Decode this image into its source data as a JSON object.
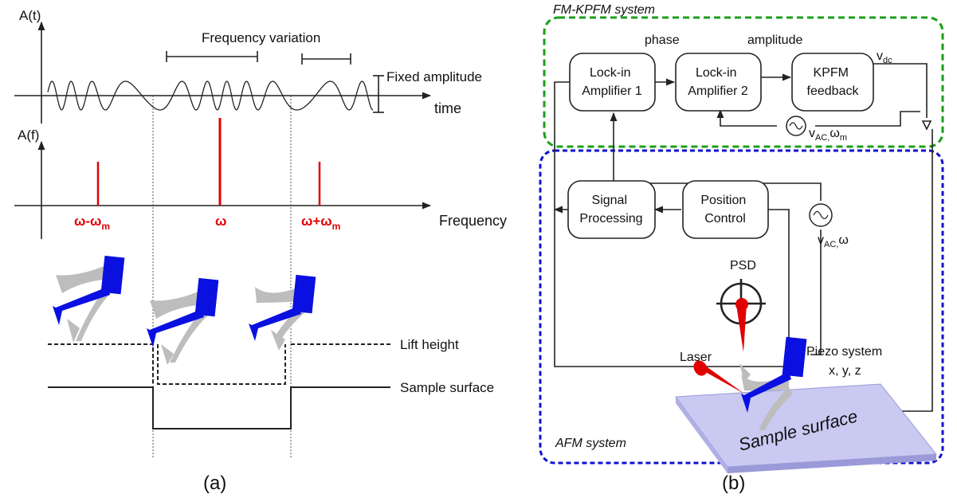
{
  "panel_a": {
    "caption": "(a)",
    "time_axis": {
      "ylabel": "A(t)",
      "xlabel": "time"
    },
    "freq_variation_label": "Frequency variation",
    "fixed_amplitude_label": "Fixed amplitude",
    "freq_axis": {
      "ylabel": "A(f)",
      "xlabel": "Frequency"
    },
    "spectrum": {
      "peaks": [
        {
          "main": "ω-ω",
          "sub": "m",
          "relative_height": 0.5
        },
        {
          "main": "ω",
          "sub": "",
          "relative_height": 1.0
        },
        {
          "main": "ω+ω",
          "sub": "m",
          "relative_height": 0.5
        }
      ],
      "color": "#e00000"
    },
    "lift_height_label": "Lift height",
    "sample_surface_label": "Sample surface",
    "colors": {
      "cantilever": "#0a10e0",
      "cantilever_ghost": "#bdbdbd"
    }
  },
  "panel_b": {
    "caption": "(b)",
    "fm_system_label": "FM-KPFM system",
    "afm_system_label": "AFM system",
    "colors": {
      "fm_border": "#1aa01a",
      "afm_border": "#1010d0",
      "laser": "#e00000",
      "sample": "#c9c9f2"
    },
    "lockin1": [
      "Lock-in",
      "Amplifier 1"
    ],
    "lockin2": [
      "Lock-in",
      "Amplifier 2"
    ],
    "kpfm": [
      "KPFM",
      "feedback"
    ],
    "phase_label": "phase",
    "amplitude_label": "amplitude",
    "vdc": {
      "main": "v",
      "sub": "dc"
    },
    "vac_m": {
      "main": "v",
      "sub": "AC,",
      "sub2": "ω",
      "sub3": "m"
    },
    "signal_processing": [
      "Signal",
      "Processing"
    ],
    "position_control": [
      "Position",
      "Control"
    ],
    "vac_w": {
      "main": "v",
      "sub": "AC,",
      "tail": "ω"
    },
    "psd_label": "PSD",
    "laser_label": "Laser",
    "piezo_label": [
      "Piezo system",
      "x, y, z"
    ],
    "sample_surface_label": "Sample surface"
  }
}
